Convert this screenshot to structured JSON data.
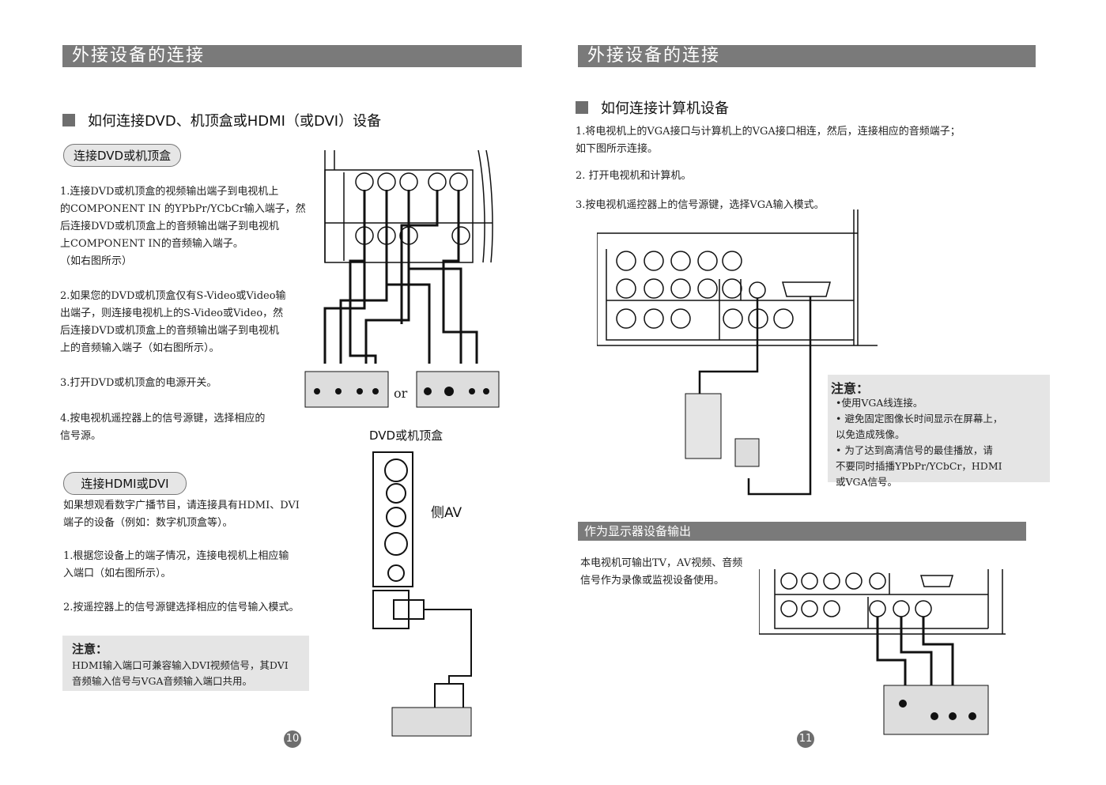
{
  "left": {
    "header": "外接设备的连接",
    "section_title": "如何连接DVD、机顶盒或HDMI（或DVI）设备",
    "pill_dvd": "连接DVD或机顶盒",
    "dvd_steps": [
      "1.连接DVD或机顶盒的视频输出端子到电视机上\n的COMPONENT IN 的YPbPr/YCbCr输入端子，然\n后连接DVD或机顶盒上的音频输出端子到电视机\n上COMPONENT IN的音频输入端子。\n（如右图所示）",
      "2.如果您的DVD或机顶盒仅有S-Video或Video输\n出端子，则连接电视机上的S-Video或Video，然\n后连接DVD或机顶盒上的音频输出端子到电视机\n上的音频输入端子（如右图所示）。",
      "3.打开DVD或机顶盒的电源开关。",
      "4.按电视机遥控器上的信号源键，选择相应的\n信号源。"
    ],
    "pill_hdmi": "连接HDMI或DVI",
    "hdmi_intro": "如果想观看数字广播节目，请连接具有HDMI、DVI\n端子的设备（例如：数字机顶盒等）。",
    "hdmi_steps": [
      "1.根据您设备上的端子情况，连接电视机上相应输\n入端口（如右图所示）。",
      "2.按遥控器上的信号源键选择相应的信号输入模式。"
    ],
    "note_title": "注意：",
    "note_body": "HDMI输入端口可兼容输入DVI视频信号，其DVI\n音频输入信号与VGA音频输入端口共用。",
    "label_dvd_box": "DVD或机顶盒",
    "label_side_av": "侧AV",
    "label_or": "or",
    "page_number": "10"
  },
  "right": {
    "header": "外接设备的连接",
    "section_title": "如何连接计算机设备",
    "steps": [
      "1.将电视机上的VGA接口与计算机上的VGA接口相连，然后，连接相应的音频端子；\n   如下图所示连接。",
      "2. 打开电视机和计算机。",
      "3.按电视机遥控器上的信号源键，选择VGA输入模式。"
    ],
    "note_title": "注意：",
    "note_body": "•使用VGA线连接。\n• 避免固定图像长时间显示在屏幕上，\n   以免造成残像。\n• 为了达到高清信号的最佳播放，请\n   不要同时插播YPbPr/YCbCr，HDMI\n   或VGA信号。",
    "monitor_header": "作为显示器设备输出",
    "monitor_text": "本电视机可输出TV，AV视频、音频\n信号作为录像或监视设备使用。",
    "page_number": "11"
  }
}
